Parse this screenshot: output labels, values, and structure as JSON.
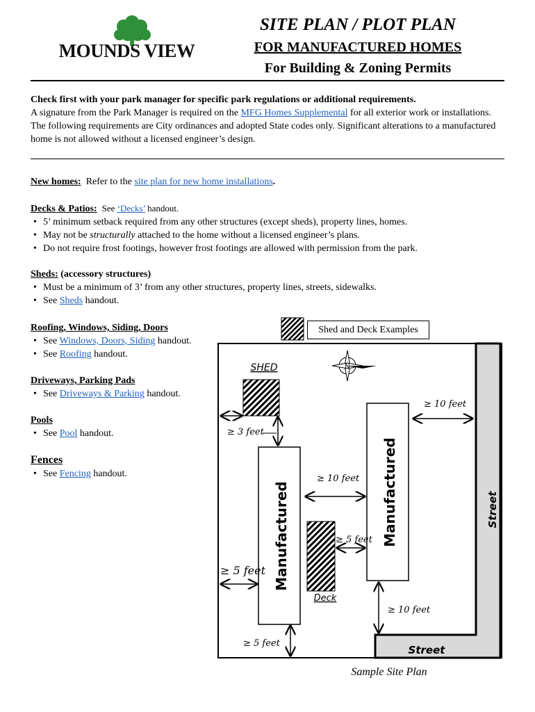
{
  "header": {
    "logo_text": "MOUNDS VIEW",
    "title_line1": "SITE PLAN / PLOT PLAN",
    "title_line2": "FOR MANUFACTURED HOMES",
    "title_line3": "For Building & Zoning Permits"
  },
  "intro": {
    "bold_line": "Check first with your park manager for specific park regulations or additional requirements.",
    "text_before_link": "A signature from the Park Manager is required on the ",
    "link": "MFG Homes Supplemental",
    "text_after_link": " for all exterior work or installations. The following requirements are City ordinances and adopted State codes only. Significant alterations to a manufactured home is not allowed without a licensed engineer’s design."
  },
  "new_homes": {
    "heading": "New homes:",
    "text": "Refer to the ",
    "link": "site plan for new home installations",
    "end": "."
  },
  "decks": {
    "heading": "Decks & Patios:",
    "see": "See ",
    "link": "‘Decks’",
    "after": " handout.",
    "bullet1": "5’ minimum setback required from any other structures (except sheds), property lines, homes.",
    "bullet2_a": "May not be ",
    "bullet2_em": "structurally",
    "bullet2_b": " attached to the home without a licensed engineer’s plans.",
    "bullet3": "Do not require frost footings, however frost footings are allowed with permission from the park."
  },
  "sheds": {
    "heading": "Sheds:",
    "sub": " (accessory structures)",
    "bullet1": "Must be a minimum of 3’ from any other structures, property lines, streets, sidewalks.",
    "see": "See ",
    "link": "Sheds",
    "after": " handout."
  },
  "roofing": {
    "heading": "Roofing, Windows, Siding, Doors",
    "see": "See ",
    "link1": "Windows, Doors, Siding",
    "after1": " handout.",
    "link2": "Roofing",
    "after2": " handout."
  },
  "driveways": {
    "heading": "Driveways, Parking Pads",
    "see": "See ",
    "link": "Driveways & Parking",
    "after": " handout."
  },
  "pools": {
    "heading": "Pools",
    "see": "See ",
    "link": "Pool",
    "after": " handout."
  },
  "fences": {
    "heading": "Fences",
    "see": "See ",
    "link": "Fencing",
    "after": " handout."
  },
  "diagram": {
    "legend": "Shed and Deck Examples",
    "shed_label": "SHED",
    "deck_label": "Deck",
    "home_label": "Manufactured",
    "street_label": "Street",
    "compass_label": "N",
    "dim_10_top": "≥ 10 feet",
    "dim_3": "≥ 3 feet",
    "dim_10_mid": "≥ 10 feet",
    "dim_5_deck": "≥ 5 feet",
    "dim_5_left": "≥ 5 feet",
    "dim_10_bottom": "≥ 10 feet",
    "dim_5_bottom": "≥ 5 feet",
    "caption": "Sample Site Plan"
  }
}
